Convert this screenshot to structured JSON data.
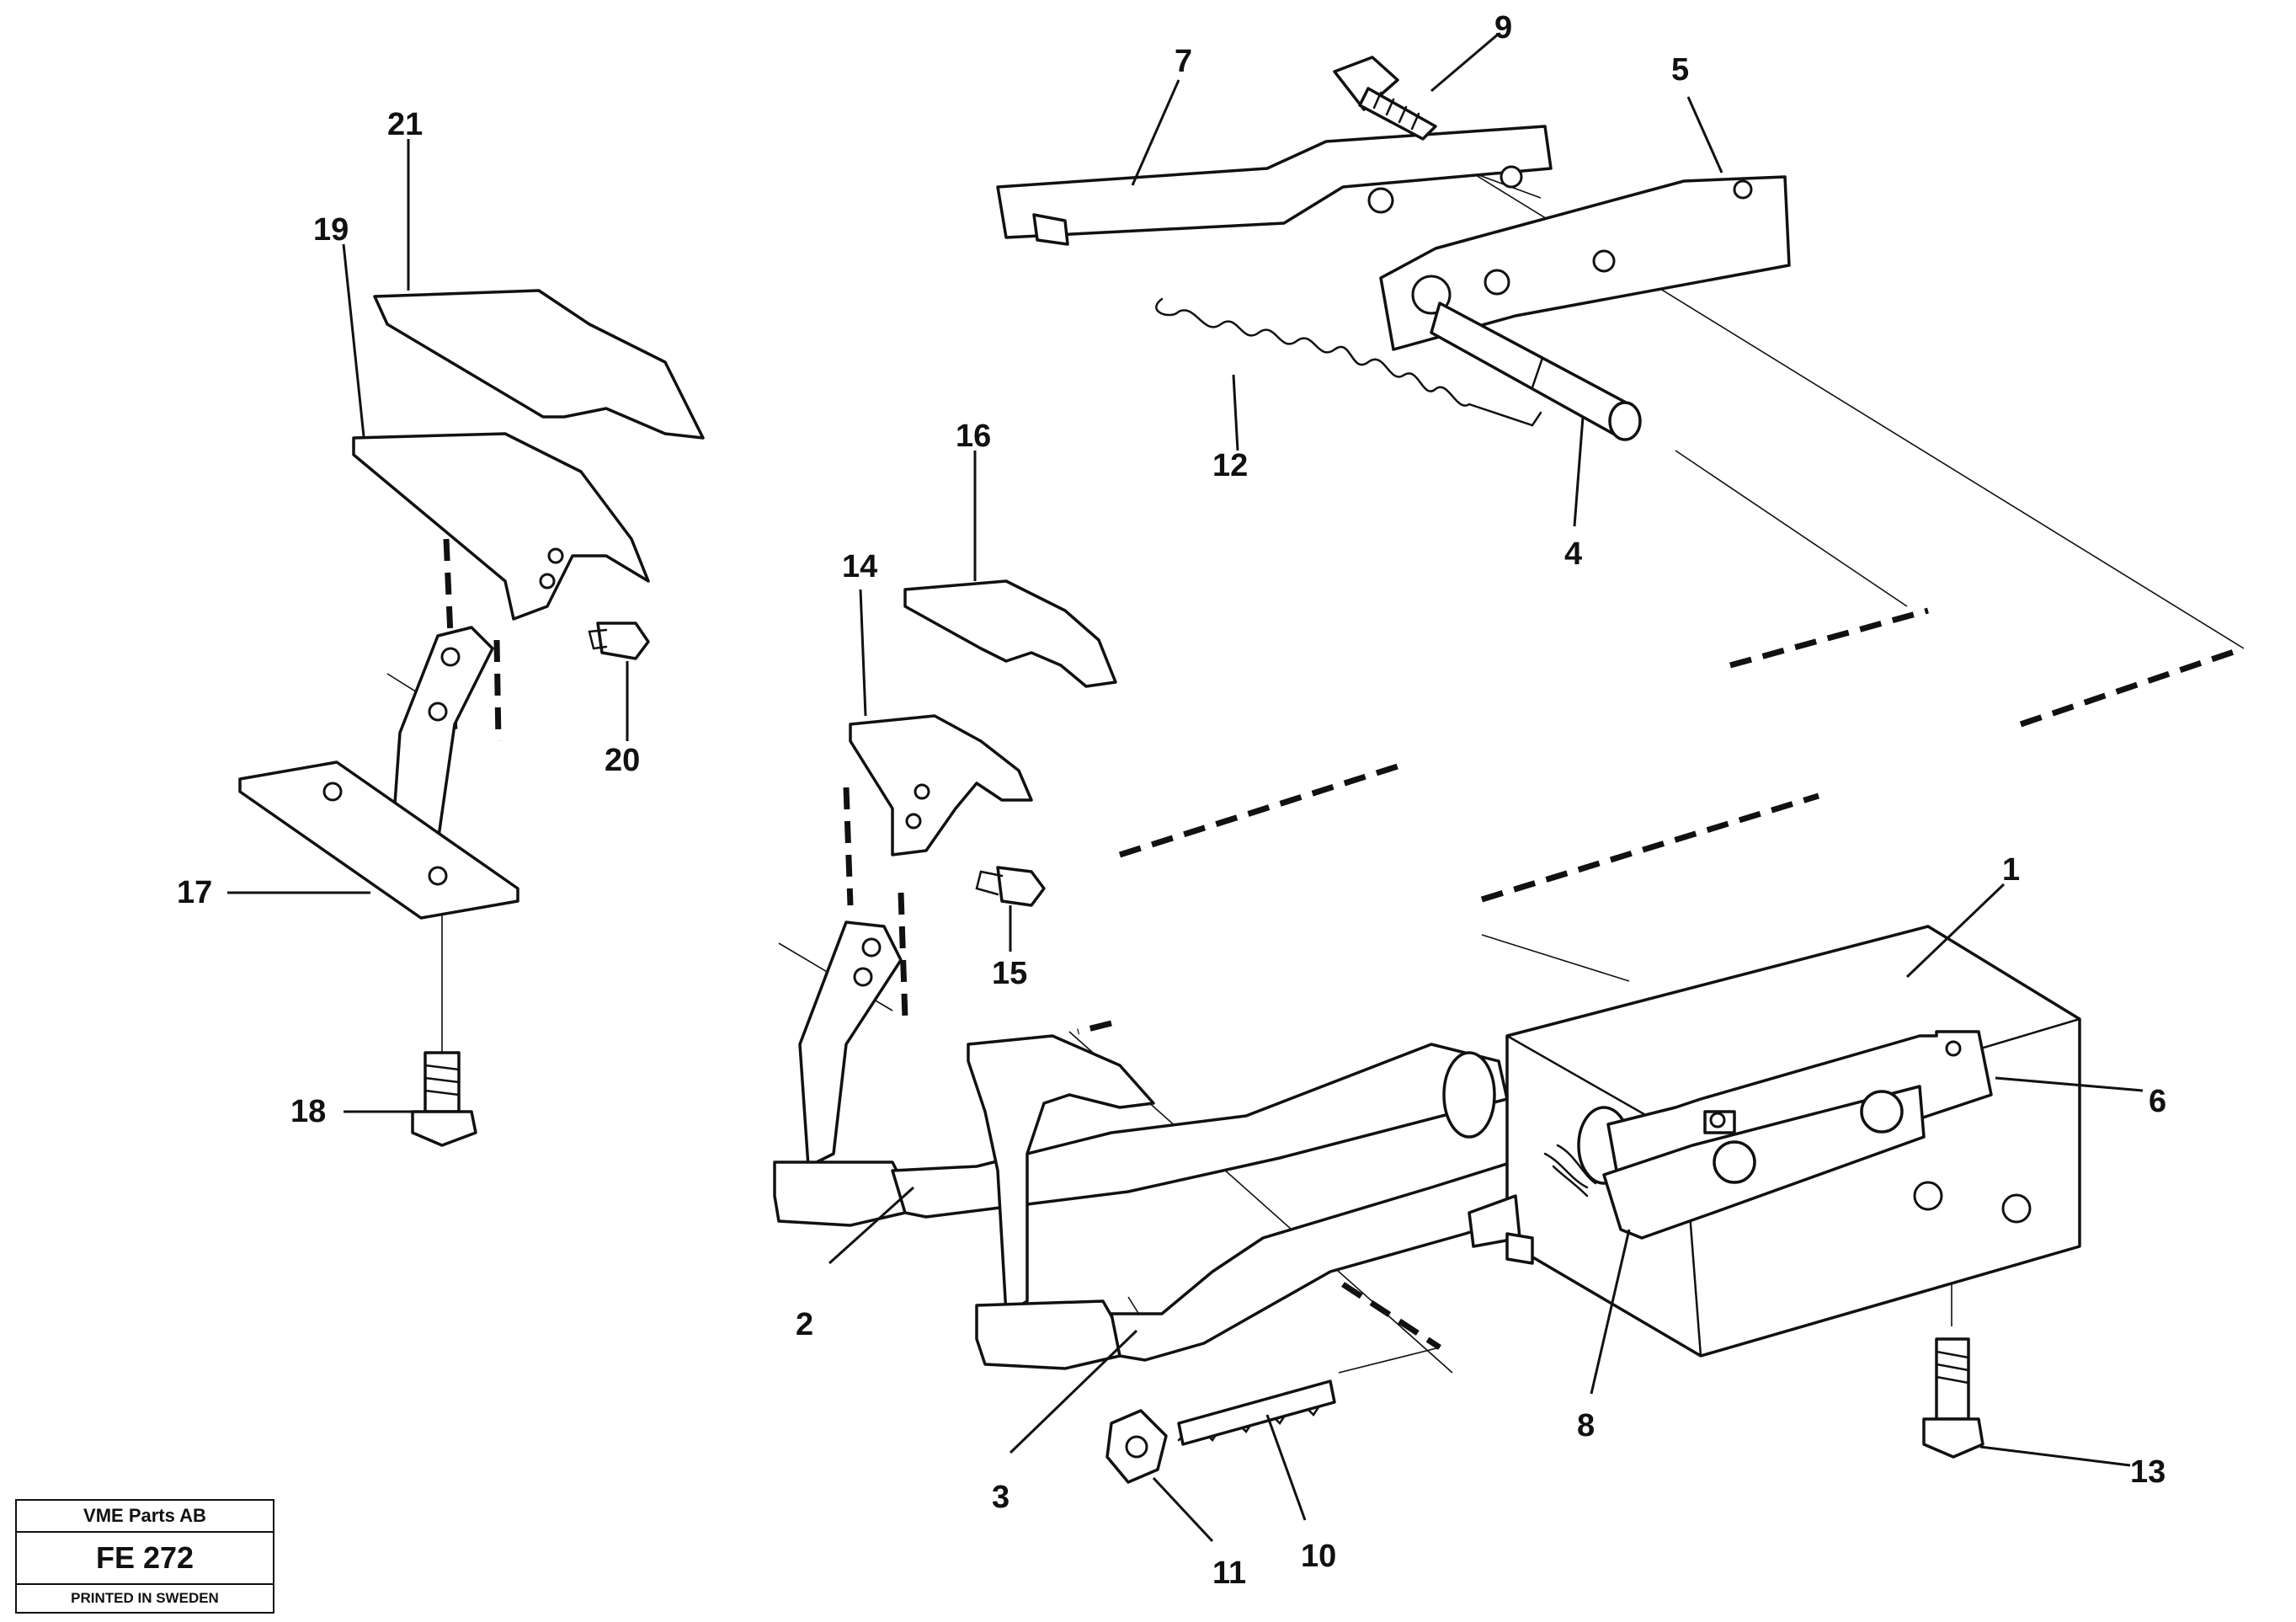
{
  "callouts": {
    "c1": "1",
    "c2": "2",
    "c3": "3",
    "c4": "4",
    "c5": "5",
    "c6": "6",
    "c7": "7",
    "c8": "8",
    "c9": "9",
    "c10": "10",
    "c11": "11",
    "c12": "12",
    "c13": "13",
    "c14": "14",
    "c15": "15",
    "c16": "16",
    "c17": "17",
    "c18": "18",
    "c19": "19",
    "c20": "20",
    "c21": "21"
  },
  "title_block": {
    "company": "VME Parts AB",
    "code": "FE 272",
    "printed": "PRINTED IN SWEDEN"
  }
}
